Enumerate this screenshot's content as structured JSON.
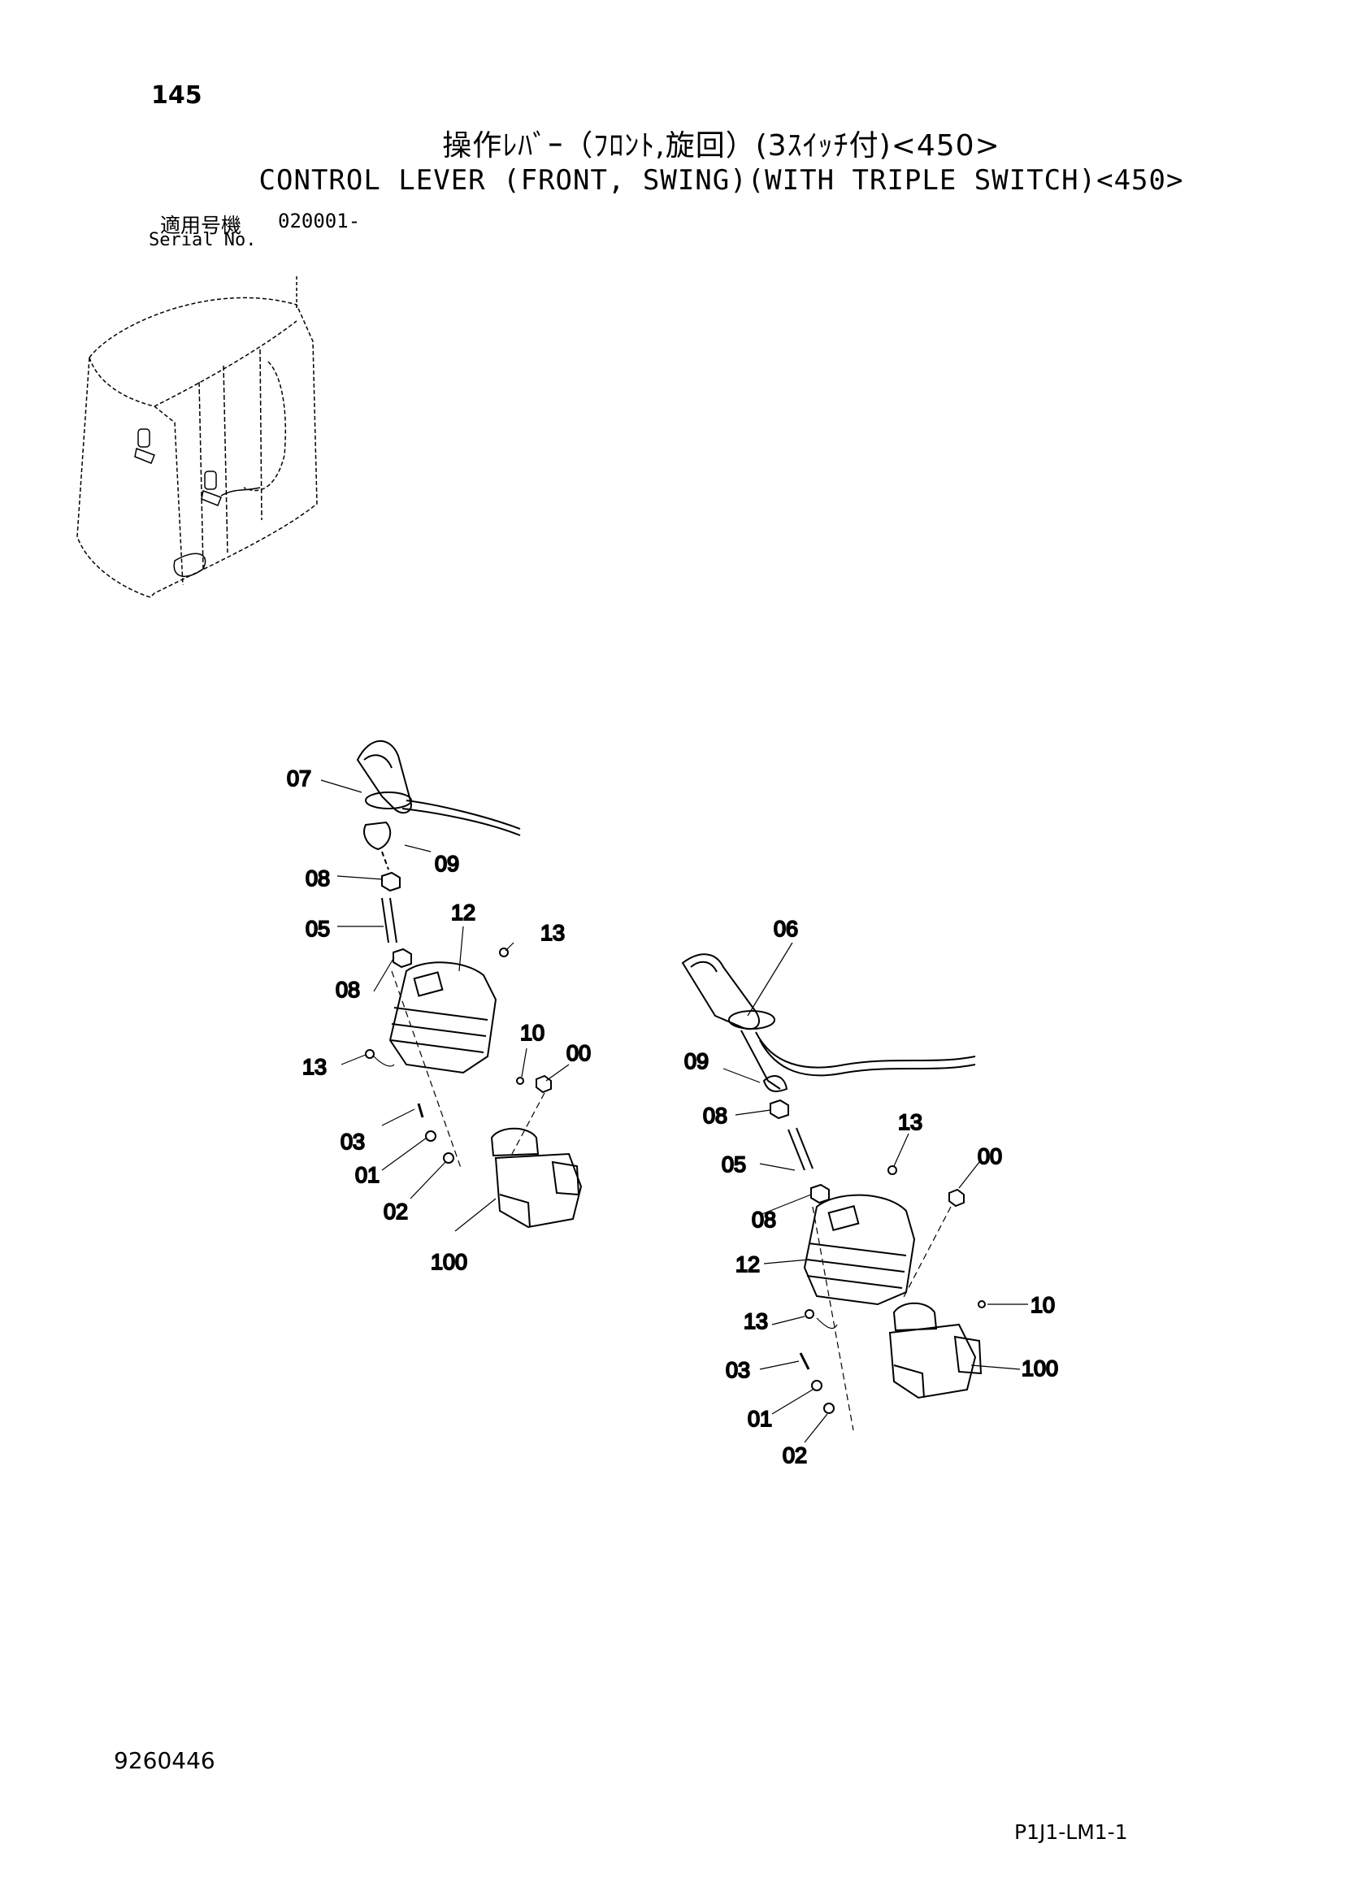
{
  "header": {
    "page_number": "145",
    "title_jp": "操作ﾚﾊﾞｰ（ﾌﾛﾝﾄ,旋回）(3ｽｲｯﾁ付)<450>",
    "title_en": "CONTROL LEVER (FRONT, SWING)(WITH TRIPLE SWITCH)<450>",
    "serial_label_jp": "適用号機",
    "serial_value": "020001-",
    "serial_label_en": "Serial No."
  },
  "callouts_left": [
    "07",
    "09",
    "08",
    "05",
    "12",
    "13",
    "08",
    "10",
    "00",
    "13",
    "03",
    "01",
    "02",
    "100"
  ],
  "callouts_right": [
    "06",
    "09",
    "08",
    "13",
    "00",
    "05",
    "08",
    "12",
    "10",
    "13",
    "100",
    "03",
    "01",
    "02"
  ],
  "footer": {
    "drawing_id": "9260446",
    "catalog_code": "P1J1-LM1-1"
  }
}
